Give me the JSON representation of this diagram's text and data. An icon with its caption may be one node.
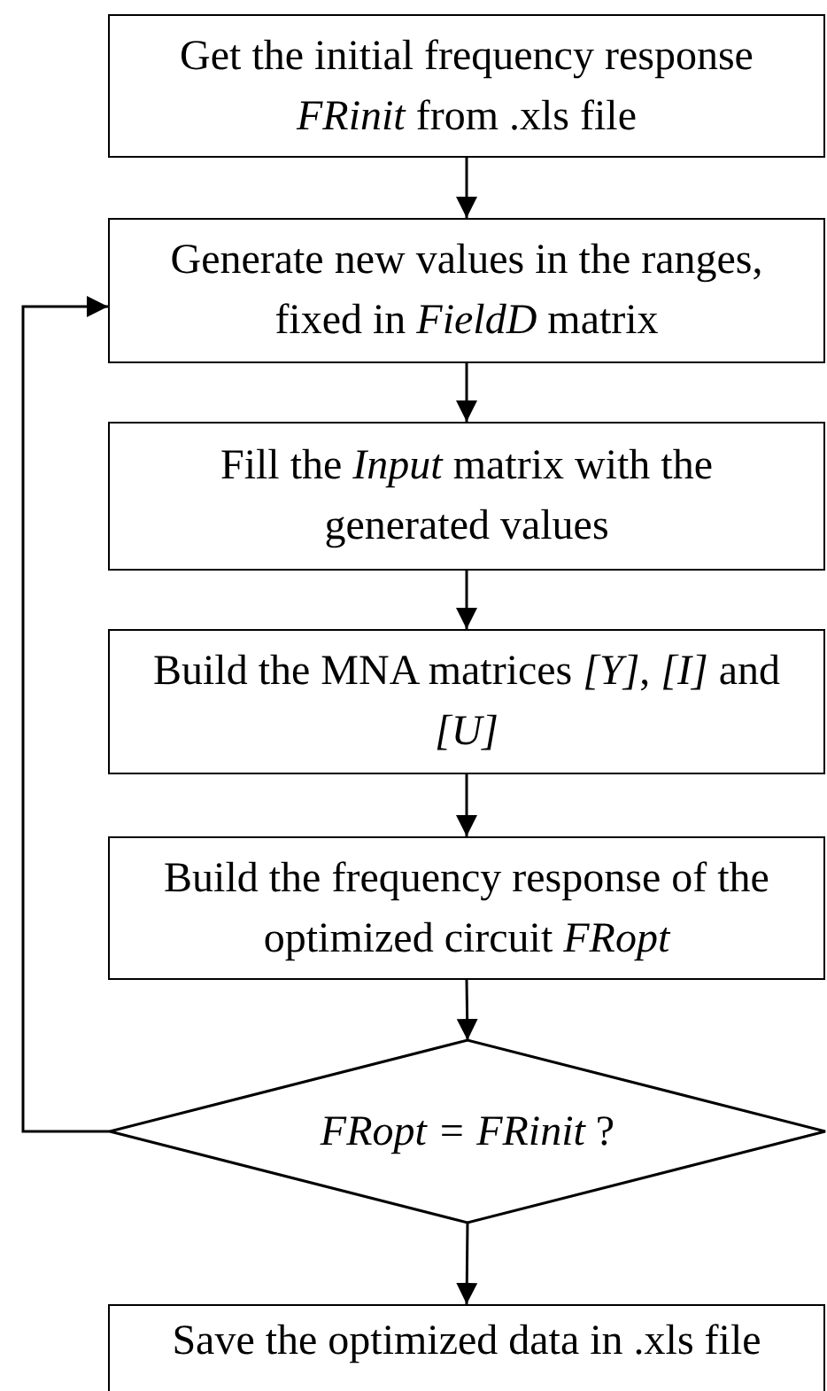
{
  "diagram": {
    "nodes": [
      {
        "text": [
          "Get the initial frequency response *FRinit* from .xls file"
        ]
      },
      {
        "text": [
          "Generate new values in the ranges, fixed in *FieldD* matrix"
        ]
      },
      {
        "text": [
          "Fill the *Input* matrix with the generated values"
        ]
      },
      {
        "text": [
          "Build the MNA matrices *[Y]*, *[I]* and *[U]*"
        ]
      },
      {
        "text": [
          "Build the frequency response of the optimized circuit *FRopt*"
        ]
      },
      {
        "text": [
          "*FRopt = FRinit* ?"
        ]
      },
      {
        "text": [
          "Save the optimized data in .xls file"
        ]
      }
    ],
    "edges": [
      {
        "from": 0,
        "to": 1,
        "arrow": "to"
      },
      {
        "from": 1,
        "to": 2,
        "arrow": "to"
      },
      {
        "from": 2,
        "to": 3,
        "arrow": "to"
      },
      {
        "from": 3,
        "to": 4,
        "arrow": "to"
      },
      {
        "from": 4,
        "to": 5,
        "arrow": "to"
      },
      {
        "from": 5,
        "to": 1,
        "arrow": "to"
      },
      {
        "from": 5,
        "to": 6,
        "arrow": "to"
      }
    ]
  }
}
